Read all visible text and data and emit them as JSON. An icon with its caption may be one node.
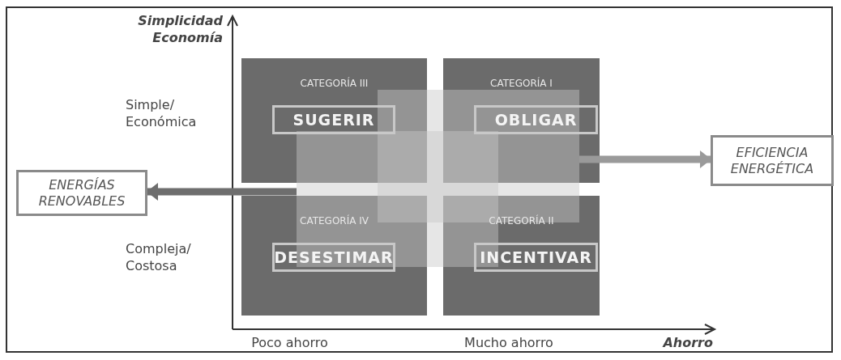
{
  "diagram": {
    "nodes": [
      {
        "text": [
          "CATEGORÍA III"
        ]
      },
      {
        "text": [
          "SUGERIR"
        ],
        "in": 0
      },
      {
        "text": [
          "CATEGORÍA I"
        ]
      },
      {
        "text": [
          "OBLIGAR"
        ],
        "in": 2
      },
      {
        "text": [
          "CATEGORÍA IV"
        ]
      },
      {
        "text": [
          "DESESTIMAR"
        ],
        "in": 4
      },
      {
        "text": [
          "CATEGORÍA II"
        ]
      },
      {
        "text": [
          "INCENTIVAR"
        ],
        "in": 6
      },
      {
        "text": [],
        "shape": "box"
      },
      {
        "text": [],
        "shape": "box"
      },
      {
        "text": [
          "EFICIENCIA ENERGÉTICA"
        ]
      },
      {
        "text": [
          "ENERGÍAS RENOVABLES"
        ]
      }
    ],
    "edges": [
      {
        "from": 8,
        "to": 10,
        "arrow": "to",
        "color": "#9a9a9a"
      },
      {
        "from": 9,
        "to": 11,
        "arrow": "to",
        "color": "#6e6e6e"
      }
    ],
    "labels": [
      "Simplicidad Economía",
      "Simple/ Económica",
      "Compleja/ Costosa",
      "Poco ahorro",
      "Mucho ahorro",
      "Ahorro"
    ]
  }
}
